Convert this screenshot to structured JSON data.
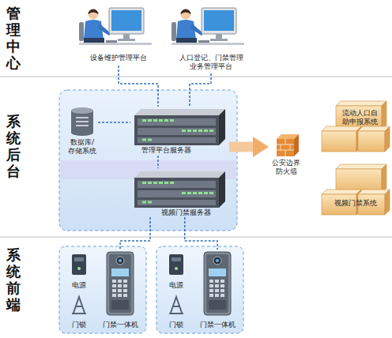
{
  "diagram": {
    "nodes": [
      {
        "text": [
          "管理中心"
        ]
      },
      {
        "text": [
          "设备维护管理平台"
        ],
        "in": 0
      },
      {
        "text": [
          "人口登记、门禁管理 业务管理平台"
        ],
        "in": 0
      },
      {
        "text": [
          "系统后台"
        ]
      },
      {
        "text": [
          "数据库/ 存储系统"
        ],
        "in": 3
      },
      {
        "text": [
          "管理平台服务器"
        ],
        "in": 3
      },
      {
        "text": [
          "视频门禁服务器"
        ],
        "in": 3
      },
      {
        "text": [
          "公安边界 防火墙"
        ],
        "in": 3
      },
      {
        "text": [
          "流动人口自 助申报系统"
        ],
        "in": 3
      },
      {
        "text": [
          "视频门禁系统"
        ],
        "in": 3
      },
      {
        "text": [
          "系统前端"
        ]
      },
      {
        "text": [
          "电源"
        ],
        "in": 10
      },
      {
        "text": [
          "门锁"
        ],
        "in": 10
      },
      {
        "text": [
          "门禁一体机"
        ],
        "in": 10
      },
      {
        "text": [
          "电源"
        ],
        "in": 10
      },
      {
        "text": [
          "门锁"
        ],
        "in": 10
      },
      {
        "text": [
          "门禁一体机"
        ],
        "in": 10
      }
    ],
    "edges": [
      {
        "from": 1,
        "to": 5,
        "arrow": "none"
      },
      {
        "from": 2,
        "to": 5,
        "arrow": "none"
      },
      {
        "from": 4,
        "to": 5,
        "arrow": "none"
      },
      {
        "from": 5,
        "to": 6,
        "arrow": "none"
      },
      {
        "from": 5,
        "to": 7,
        "arrow": "to"
      },
      {
        "from": 6,
        "to": 13,
        "arrow": "none"
      },
      {
        "from": 6,
        "to": 16,
        "arrow": "none"
      }
    ]
  }
}
